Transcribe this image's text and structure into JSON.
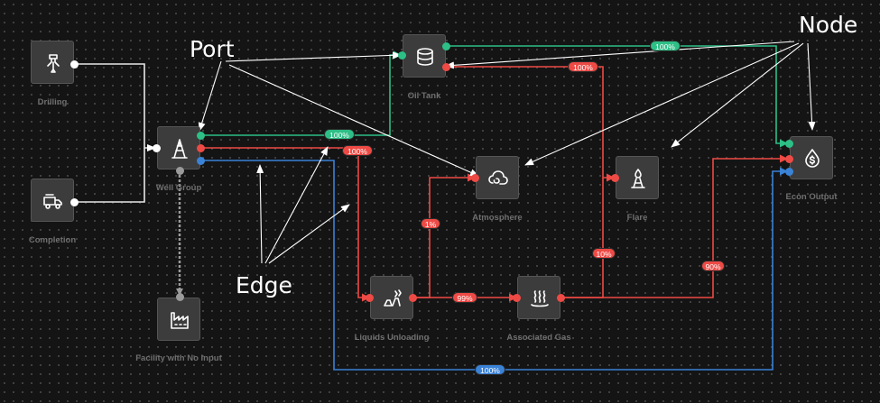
{
  "annotations": {
    "port": "Port",
    "node": "Node",
    "edge": "Edge"
  },
  "nodes": {
    "drilling": {
      "label": "Drilling",
      "icon": "drill-icon"
    },
    "completion": {
      "label": "Completion",
      "icon": "truck-icon"
    },
    "well_group": {
      "label": "Well Group",
      "icon": "oil-derrick-icon"
    },
    "facility": {
      "label": "Facility with No Input",
      "icon": "factory-icon"
    },
    "oil_tank": {
      "label": "Oil Tank",
      "icon": "tank-icon"
    },
    "atmosphere": {
      "label": "Atmosphere",
      "icon": "cloud-swirl-icon"
    },
    "flare": {
      "label": "Flare",
      "icon": "flare-stack-icon"
    },
    "liquids": {
      "label": "Liquids Unloading",
      "icon": "liquids-unloading-icon"
    },
    "assoc_gas": {
      "label": "Associated Gas",
      "icon": "heat-waves-icon"
    },
    "econ": {
      "label": "Econ Output",
      "icon": "money-drop-icon"
    }
  },
  "edges": {
    "wg_oiltank": "100%",
    "oiltank_econ": "100%",
    "oiltank_flare": "100%",
    "wg_liquids": "100%",
    "liquids_atmos": "1%",
    "liquids_gas": "99%",
    "gas_flare": "10%",
    "gas_econ": "90%",
    "wg_econ": "100%"
  },
  "colors": {
    "oil": "#2dbf86",
    "gas": "#ee4a45",
    "water": "#3a82d6",
    "dev": "#e8e8e8",
    "node_bg": "#3c3c3c",
    "label": "#6f6f6f",
    "canvas": "#141414"
  }
}
